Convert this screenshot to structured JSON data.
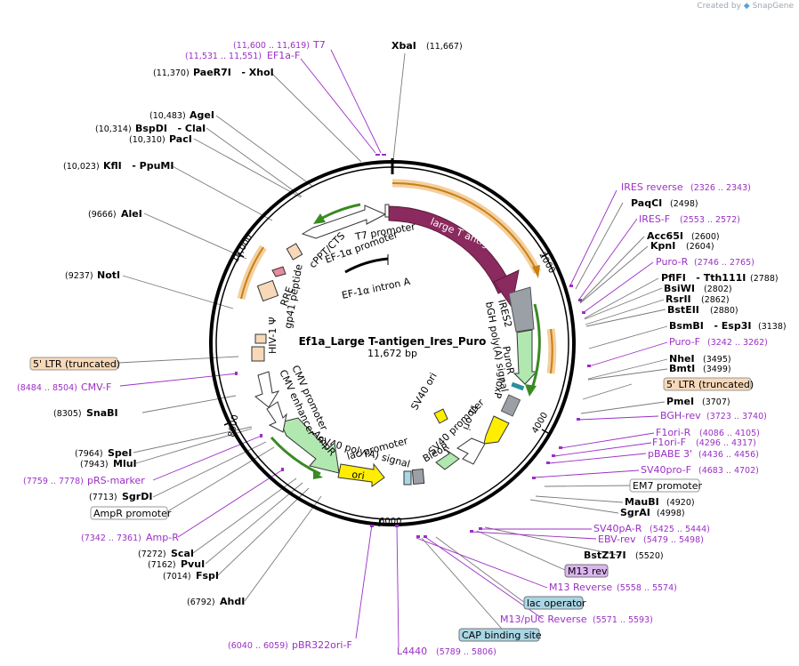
{
  "credit": {
    "prefix": "Created by",
    "brand": "SnapGene"
  },
  "plasmid": {
    "name": "Ef1a_Large T-antigen_Ires_Puro",
    "size_label": "11,672 bp"
  },
  "colors": {
    "backbone": "#000000",
    "enzyme_line": "#7a7a7a",
    "primer": "#9b2fc5",
    "large_t": "#8b2a5e",
    "orf_orange": "#e8a33a",
    "promoter": "#ffffff",
    "ori": "#ffee00",
    "marker": "#b0e8b0",
    "gray": "#9aa0a6",
    "box_tan": "#f7d8b8"
  },
  "tick_labels": [
    "2000",
    "4000",
    "6000",
    "8000",
    "10,000"
  ],
  "enzymes": [
    {
      "id": "xbai",
      "name": "XbaI",
      "pos": "(11,667)"
    },
    {
      "id": "paer7i",
      "name": "PaeR7I   - XhoI",
      "pos": "(11,370)"
    },
    {
      "id": "agei",
      "name": "AgeI",
      "pos": "(10,483)"
    },
    {
      "id": "bspdi",
      "name": "BspDI   - ClaI",
      "pos": "(10,314)"
    },
    {
      "id": "paci",
      "name": "PacI",
      "pos": "(10,310)"
    },
    {
      "id": "kfli",
      "name": "KflI   - PpuMI",
      "pos": "(10,023)"
    },
    {
      "id": "alei",
      "name": "AleI",
      "pos": "(9666)"
    },
    {
      "id": "noti",
      "name": "NotI",
      "pos": "(9237)"
    },
    {
      "id": "snabi",
      "name": "SnaBI",
      "pos": "(8305)"
    },
    {
      "id": "spei",
      "name": "SpeI",
      "pos": "(7964)"
    },
    {
      "id": "mlui",
      "name": "MluI",
      "pos": "(7943)"
    },
    {
      "id": "sgrdi",
      "name": "SgrDI",
      "pos": "(7713)"
    },
    {
      "id": "scai",
      "name": "ScaI",
      "pos": "(7272)"
    },
    {
      "id": "pvui",
      "name": "PvuI",
      "pos": "(7162)"
    },
    {
      "id": "fspi",
      "name": "FspI",
      "pos": "(7014)"
    },
    {
      "id": "ahdi",
      "name": "AhdI",
      "pos": "(6792)"
    },
    {
      "id": "paqci",
      "name": "PaqCI",
      "pos": "(2498)"
    },
    {
      "id": "acc65i",
      "name": "Acc65I",
      "pos": "(2600)"
    },
    {
      "id": "kpni",
      "name": "KpnI",
      "pos": "(2604)"
    },
    {
      "id": "pflfi",
      "name": "PflFI   - Tth111I",
      "pos": "(2788)"
    },
    {
      "id": "bsiwi",
      "name": "BsiWI",
      "pos": "(2802)"
    },
    {
      "id": "rsrii",
      "name": "RsrII",
      "pos": "(2862)"
    },
    {
      "id": "bsteii",
      "name": "BstEII",
      "pos": "(2880)"
    },
    {
      "id": "bsmbi",
      "name": "BsmBI   - Esp3I",
      "pos": "(3138)"
    },
    {
      "id": "nhei",
      "name": "NheI",
      "pos": "(3495)"
    },
    {
      "id": "bmti",
      "name": "BmtI",
      "pos": "(3499)"
    },
    {
      "id": "pmei",
      "name": "PmeI",
      "pos": "(3707)"
    },
    {
      "id": "maubi",
      "name": "MauBI",
      "pos": "(4920)"
    },
    {
      "id": "sgrai",
      "name": "SgrAI",
      "pos": "(4998)"
    },
    {
      "id": "bstz17i",
      "name": "BstZ17I",
      "pos": "(5520)"
    }
  ],
  "primers": [
    {
      "id": "t7",
      "name": "T7",
      "pos": "(11,600 .. 11,619)"
    },
    {
      "id": "ef1af",
      "name": "EF1a-F",
      "pos": "(11,531 .. 11,551)"
    },
    {
      "id": "cmvf",
      "name": "CMV-F",
      "pos": "(8484 .. 8504)"
    },
    {
      "id": "prs",
      "name": "pRS-marker",
      "pos": "(7759 .. 7778)"
    },
    {
      "id": "ampr",
      "name": "Amp-R",
      "pos": "(7342 .. 7361)"
    },
    {
      "id": "pbr322",
      "name": "pBR322ori-F",
      "pos": "(6040 .. 6059)"
    },
    {
      "id": "l4440",
      "name": "L4440",
      "pos": "(5789 .. 5806)"
    },
    {
      "id": "iresrev",
      "name": "IRES reverse",
      "pos": "(2326 .. 2343)"
    },
    {
      "id": "iresf",
      "name": "IRES-F",
      "pos": "(2553 .. 2572)"
    },
    {
      "id": "puror",
      "name": "Puro-R",
      "pos": "(2746 .. 2765)"
    },
    {
      "id": "purof",
      "name": "Puro-F",
      "pos": "(3242 .. 3262)"
    },
    {
      "id": "bghrev",
      "name": "BGH-rev",
      "pos": "(3723 .. 3740)"
    },
    {
      "id": "f1orir",
      "name": "F1ori-R",
      "pos": "(4086 .. 4105)"
    },
    {
      "id": "f1orif",
      "name": "F1ori-F",
      "pos": "(4296 .. 4317)"
    },
    {
      "id": "pbabe",
      "name": "pBABE 3'",
      "pos": "(4436 .. 4456)"
    },
    {
      "id": "sv40pro",
      "name": "SV40pro-F",
      "pos": "(4683 .. 4702)"
    },
    {
      "id": "sv40pa",
      "name": "SV40pA-R",
      "pos": "(5425 .. 5444)"
    },
    {
      "id": "ebvrev",
      "name": "EBV-rev",
      "pos": "(5479 .. 5498)"
    },
    {
      "id": "m13rev2",
      "name": "M13 Reverse",
      "pos": "(5558 .. 5574)"
    },
    {
      "id": "m13puc",
      "name": "M13/pUC Reverse",
      "pos": "(5571 .. 5593)"
    }
  ],
  "boxed": [
    {
      "id": "ltr_left",
      "label": "5' LTR (truncated)"
    },
    {
      "id": "ampr_prom",
      "label": "AmpR promoter"
    },
    {
      "id": "ltr_right",
      "label": "5' LTR (truncated)"
    },
    {
      "id": "em7",
      "label": "EM7 promoter"
    },
    {
      "id": "m13rev",
      "label": "M13 rev"
    },
    {
      "id": "lacop",
      "label": "lac operator"
    },
    {
      "id": "cap",
      "label": "CAP binding site"
    }
  ],
  "features": {
    "large_t": "large T antigen",
    "ires2": "IRES2",
    "puror": "PuroR",
    "bgh": "bGH poly(A) signal",
    "loxp": "loxP",
    "f1ori": "f1 ori",
    "sv40ori": "SV40 ori",
    "sv40prom": "SV40 promoter",
    "bleor": "BleoR",
    "lacprom": "lac promoter",
    "sv40pa": "SV40 poly(A) signal",
    "ori": "ori",
    "ampr": "AmpR",
    "cmvprom": "CMV promoter",
    "cmvenh": "CMV enhancer",
    "hiv": "HIV-1 Ψ",
    "gp41": "gp41 peptide",
    "rre": "RRE",
    "cppt": "cPPT/CTS",
    "t7prom": "T7 promoter",
    "ef1aprom": "EF-1α promoter",
    "ef1aintron": "EF-1α intron A"
  }
}
